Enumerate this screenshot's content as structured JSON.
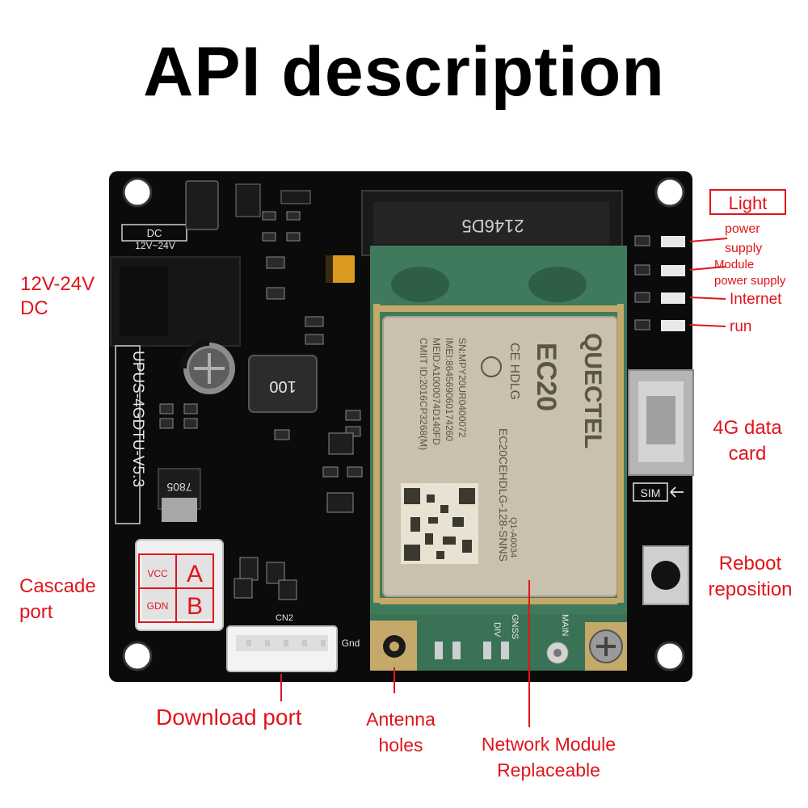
{
  "title": "API description",
  "board": {
    "dc_silk": "DC",
    "voltage_silk": "12V~24V",
    "model_silk": "UPUS-4GDTU-V5.3",
    "inductor_value": "100",
    "regulator_text": "7805",
    "connector_code": "2146D5",
    "module_brand": "QUECTEL",
    "module_name": "EC20",
    "module_cert": "CE HDLG",
    "module_sn": "SN:MPY20UR0400072",
    "module_imei": "IMEI:864569060174260",
    "module_meid": "MEID:A1000074D140FD",
    "module_cmiit": "CMIIT ID:2016CP3268(M)",
    "module_variant": "EC20CEHDLG-128-SNNS",
    "module_batch": "Q1-A0034",
    "sim_silk": "SIM",
    "cn2_silk": "CN2",
    "gnd_silk": "Gnd",
    "cascade_vcc": "VCC",
    "cascade_gnd": "GDN",
    "cascade_a": "A",
    "cascade_b": "B",
    "div_silk": "DIV",
    "gnss_silk": "GNSS",
    "main_silk": "MAIN"
  },
  "labels": {
    "dc_line1": "12V-24V",
    "dc_line2": "DC",
    "cascade_line1": "Cascade",
    "cascade_line2": "port",
    "download": "Download port",
    "antenna_line1": "Antenna",
    "antenna_line2": "holes",
    "network_line1": "Network Module",
    "network_line2": "Replaceable",
    "light": "Light",
    "power_line1": "power",
    "power_line2": "supply",
    "module_power_line1": "Module",
    "module_power_line2": "power supply",
    "internet": "Internet",
    "run": "run",
    "card_line1": "4G data",
    "card_line2": "card",
    "reboot_line1": "Reboot",
    "reboot_line2": "reposition"
  },
  "colors": {
    "annotation": "#e0141b",
    "pcb": "#0b0b0b",
    "module_green": "#3f7a5c",
    "module_can": "#c9c0ad"
  }
}
